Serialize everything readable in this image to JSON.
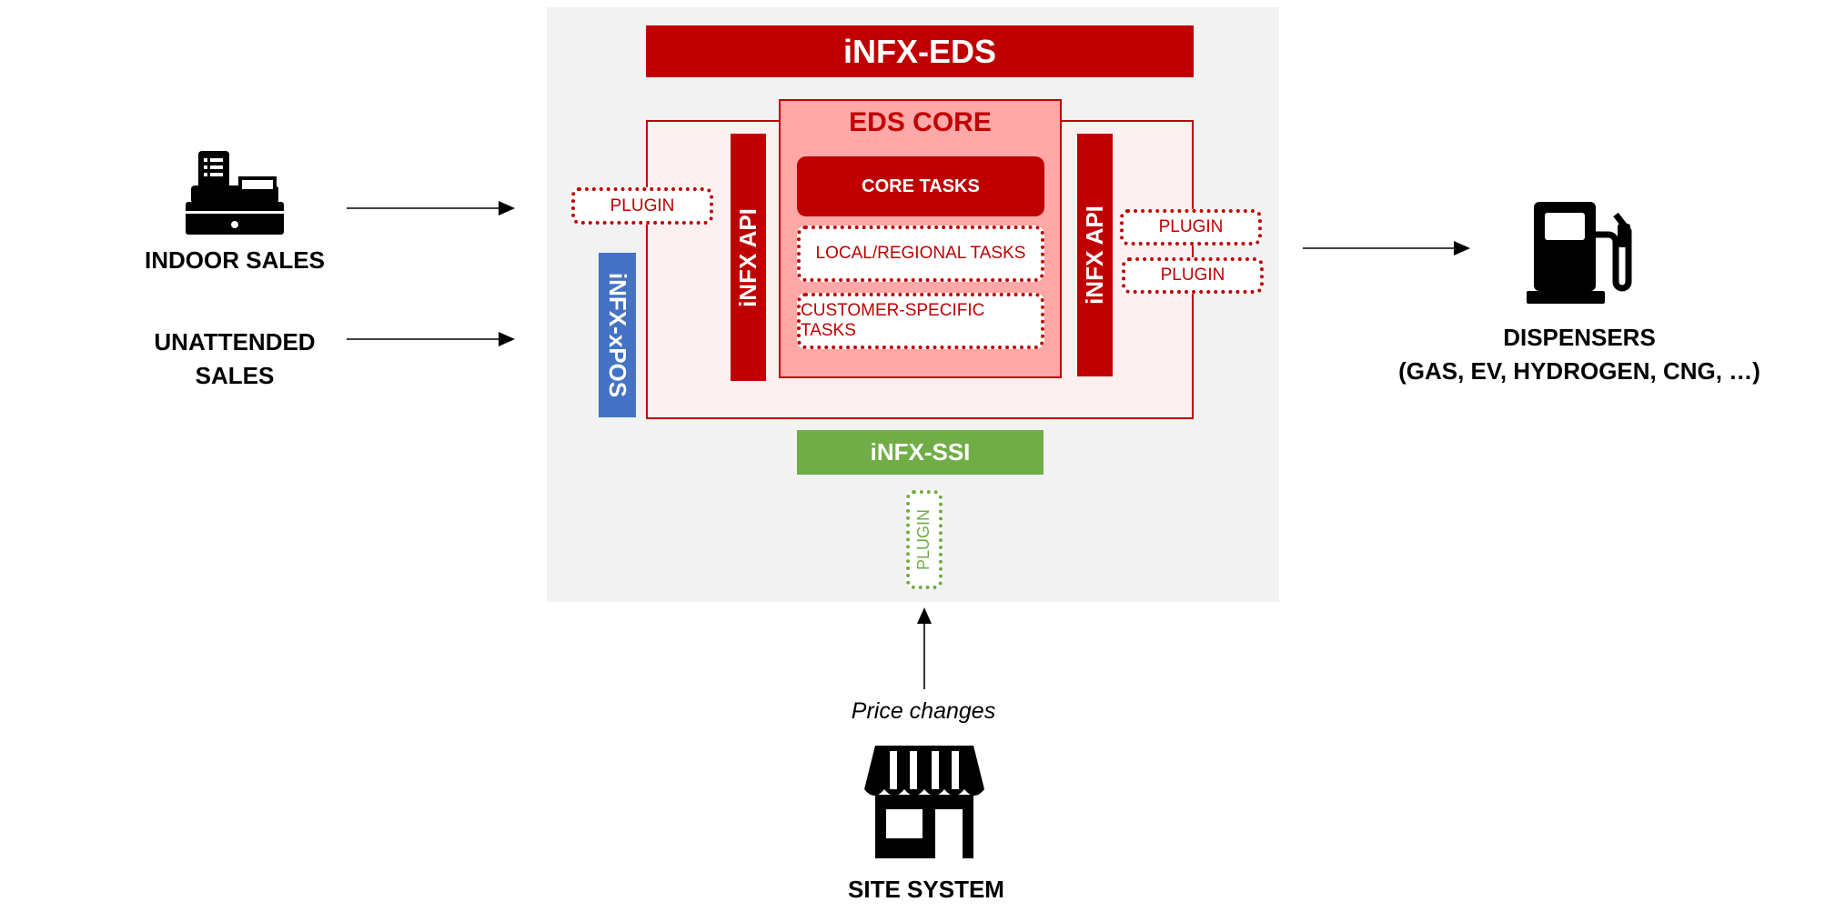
{
  "title": "iNFX-EDS",
  "core": {
    "title": "EDS CORE",
    "core_tasks": "CORE TASKS",
    "local_tasks": "LOCAL/REGIONAL TASKS",
    "customer_tasks": "CUSTOMER-SPECIFIC TASKS"
  },
  "api_left": "iNFX API",
  "api_right": "iNFX API",
  "plugin_label": "PLUGIN",
  "xpos": "iNFX-xPOS",
  "ssi": "iNFX-SSI",
  "inputs": {
    "indoor": "INDOOR SALES",
    "unattended_line1": "UNATTENDED",
    "unattended_line2": "SALES"
  },
  "output": {
    "line1": "DISPENSERS",
    "line2": "(GAS, EV, HYDROGEN, CNG, …)"
  },
  "site": {
    "price_changes": "Price changes",
    "label": "SITE SYSTEM"
  },
  "icons": {
    "register": "cash-register-icon",
    "pump": "fuel-pump-icon",
    "store": "storefront-icon"
  },
  "colors": {
    "red": "#c00000",
    "core_fill": "#ffa8a8",
    "blue": "#4472c4",
    "green": "#70ad47",
    "panel": "#f2f2f2"
  }
}
